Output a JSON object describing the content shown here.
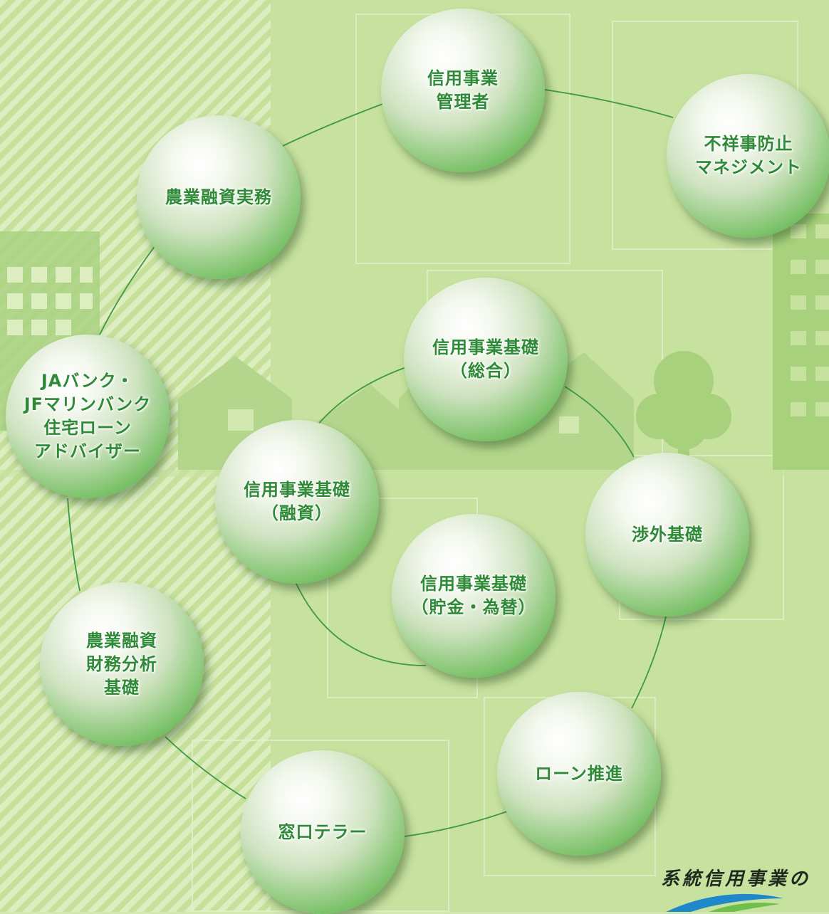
{
  "bubbles": [
    {
      "id": "shinyo-kanri",
      "label": "信用事業\n管理者"
    },
    {
      "id": "fushoji",
      "label": "不祥事防止\nマネジメント"
    },
    {
      "id": "nogyo-jitsumu",
      "label": "農業融資実務"
    },
    {
      "id": "kiso-sogo",
      "label": "信用事業基礎\n（総合）"
    },
    {
      "id": "ja-bank",
      "label": "JAバンク・\nJFマリンバンク\n住宅ローン\nアドバイザー"
    },
    {
      "id": "kiso-yushi",
      "label": "信用事業基礎\n（融資）"
    },
    {
      "id": "shogai",
      "label": "渉外基礎"
    },
    {
      "id": "kiso-chokin",
      "label": "信用事業基礎\n（貯金・為替）"
    },
    {
      "id": "zaimu",
      "label": "農業融資\n財務分析\n基礎"
    },
    {
      "id": "loan",
      "label": "ローン推進"
    },
    {
      "id": "teller",
      "label": "窓口テラー"
    }
  ],
  "footer": {
    "caption": "系統信用事業の"
  },
  "colors": {
    "bubble_text": "#2e8a36",
    "bubble_edge": "#3d9a3c",
    "connector": "#3d9a44",
    "background": "#d3e7b0"
  }
}
